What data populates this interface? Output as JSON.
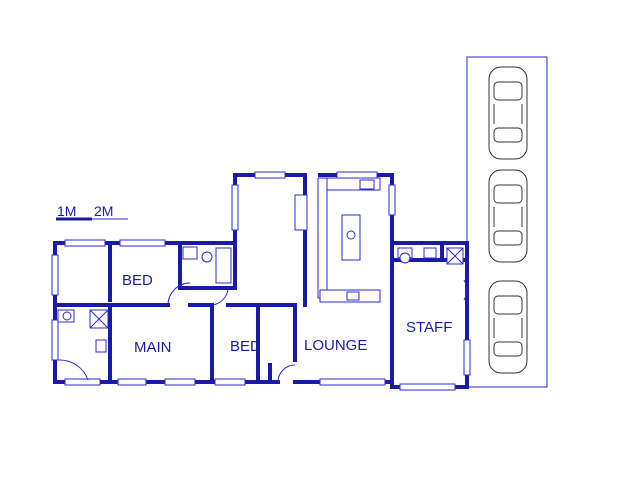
{
  "scale": {
    "label_1": "1M",
    "label_2": "2M"
  },
  "rooms": {
    "bed_1": "BED",
    "main": "MAIN",
    "bed_2": "BED",
    "lounge": "LOUNGE",
    "staff": "STAFF"
  },
  "parking": {
    "car_count": 3
  },
  "colors": {
    "wall": "#1a1aa8",
    "line": "#2a2ad0",
    "background": "#ffffff"
  }
}
